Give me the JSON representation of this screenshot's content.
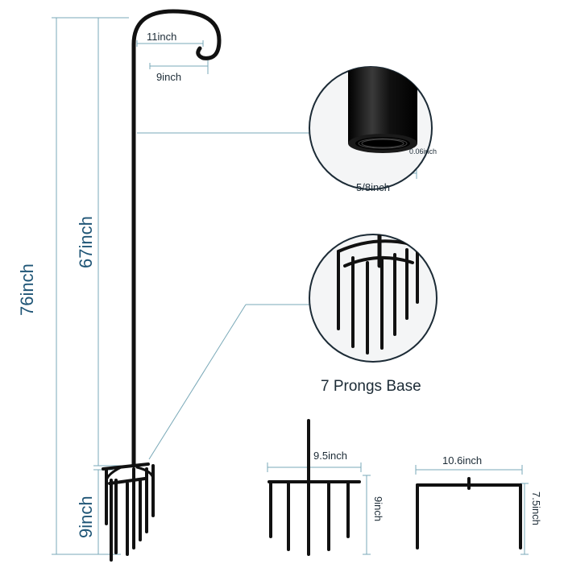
{
  "dimensions": {
    "total_height": "76inch",
    "pole_height": "67inch",
    "hook_width": "11inch",
    "hook_depth": "9inch",
    "base_height": "9inch",
    "tube_diameter": "5/8inch",
    "wall_thickness": "0.06inch"
  },
  "prongs": {
    "caption": "7 Prongs Base",
    "front_width": "9.5inch",
    "front_height": "9inch",
    "side_width": "10.6inch",
    "side_height": "7.5inch"
  },
  "colors": {
    "metal": "#111111",
    "dimension_line": "#7aa9b8",
    "label": "#1c2b36",
    "big_label": "#1f5576",
    "detail_bg": "#f4f5f6"
  }
}
